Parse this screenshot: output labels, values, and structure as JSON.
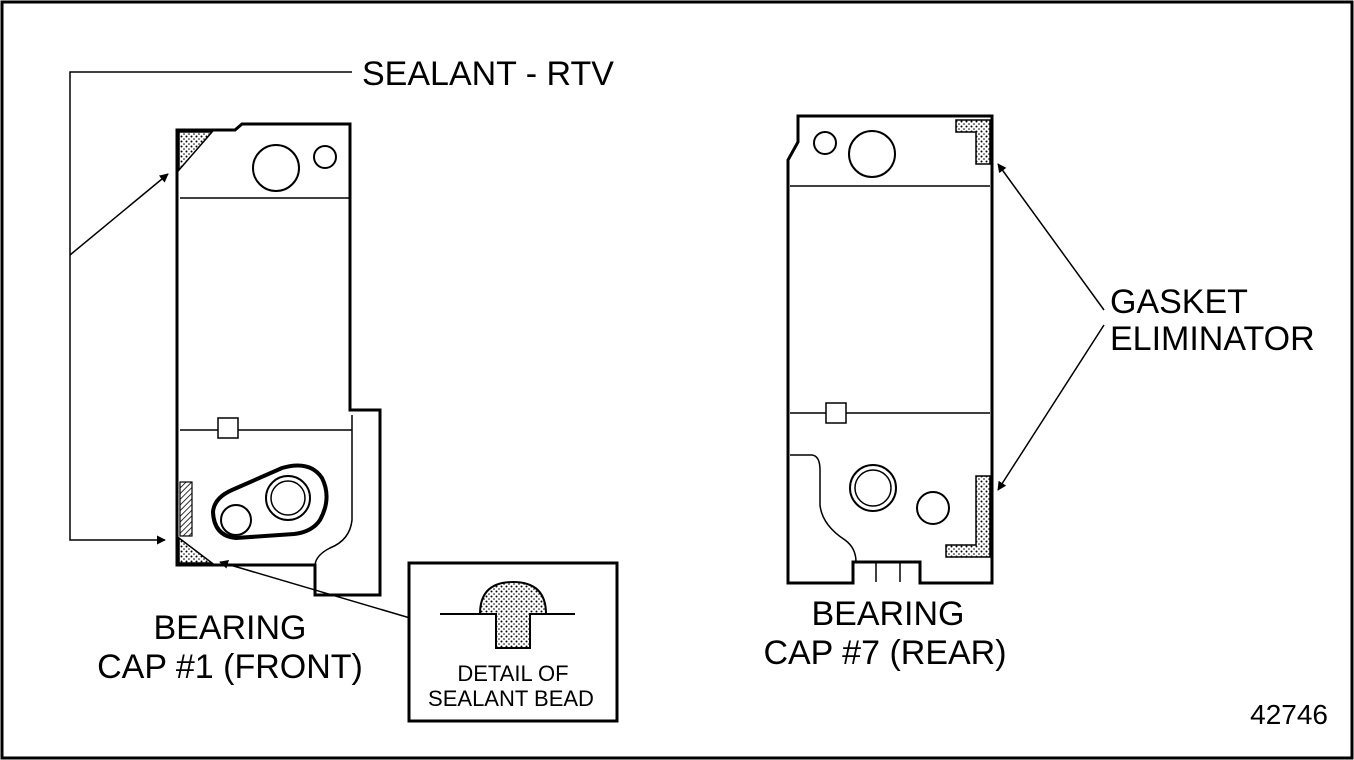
{
  "labels": {
    "sealant": "SEALANT - RTV",
    "gasket_line1": "GASKET",
    "gasket_line2": "ELIMINATOR",
    "front_line1": "BEARING",
    "front_line2": "CAP #1 (FRONT)",
    "rear_line1": "BEARING",
    "rear_line2": "CAP #7 (REAR)",
    "detail_line1": "DETAIL OF",
    "detail_line2": "SEALANT BEAD",
    "figure_number": "42746"
  }
}
